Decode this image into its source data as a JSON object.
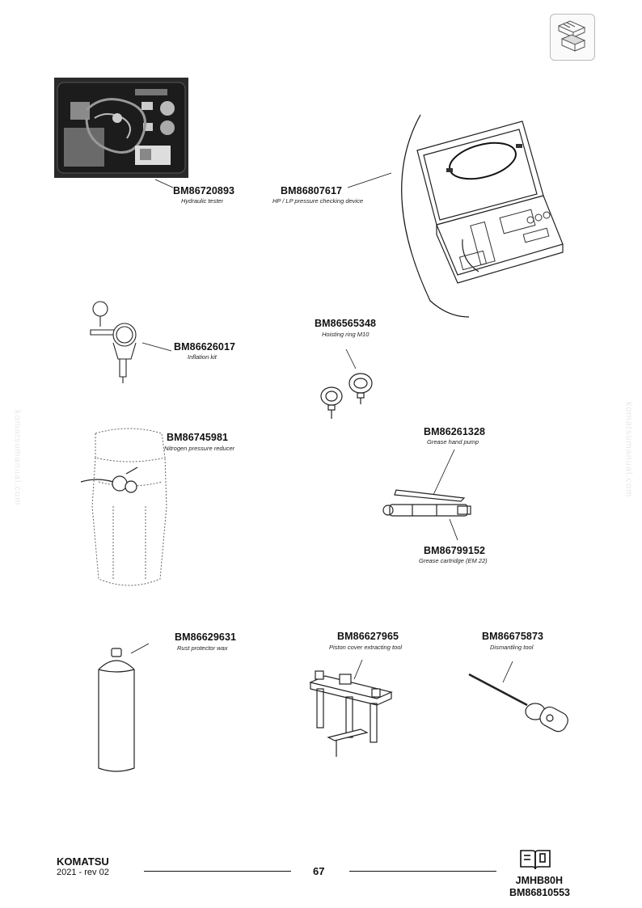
{
  "watermark": {
    "text": "komatsumanual.com"
  },
  "tools": [
    {
      "code": "BM86720893",
      "description": "Hydraulic tester"
    },
    {
      "code": "BM86807617",
      "description": "HP / LP pressure checking device"
    },
    {
      "code": "BM86626017",
      "description": "Inflation kit"
    },
    {
      "code": "BM86565348",
      "description": "Hoisting ring M10"
    },
    {
      "code": "BM86745981",
      "description": "Nitrogen pressure reducer"
    },
    {
      "code": "BM86261328",
      "description": "Grease hand pump"
    },
    {
      "code": "BM86799152",
      "description": "Grease cartridge (EM 22)"
    },
    {
      "code": "BM86629631",
      "description": "Rust protector wax"
    },
    {
      "code": "BM86627965",
      "description": "Piston cover extracting tool"
    },
    {
      "code": "BM86675873",
      "description": "Dismantling tool"
    }
  ],
  "footer": {
    "brand": "KOMATSU",
    "revision": "2021 -  rev 02",
    "page_number": "67",
    "model": "JMHB80H",
    "manual_code": "BM86810553"
  },
  "icons": {
    "section": "tools-section-icon",
    "manual": "open-book-icon"
  }
}
